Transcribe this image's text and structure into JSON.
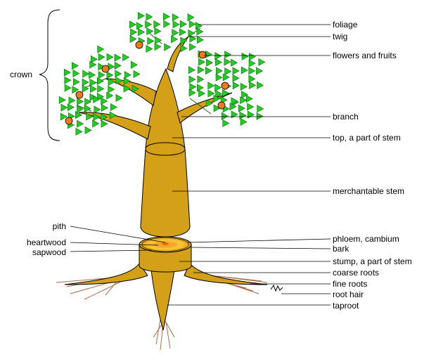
{
  "labels": {
    "crown": "crown",
    "foliage": "foliage",
    "twig": "twig",
    "flowers_fruits": "flowers and fruits",
    "branch": "branch",
    "top": "top, a part of stem",
    "merchantable": "merchantable stem",
    "pith": "pith",
    "heartwood": "heartwood",
    "sapwood": "sapwood",
    "phloem": "phloem, cambium",
    "bark": "bark",
    "stump": "stump, a part of stem",
    "coarse_roots": "coarse roots",
    "fine_roots": "fine roots",
    "root_hair": "root hair",
    "taproot": "taproot"
  },
  "colors": {
    "wood": "#d4a017",
    "wood_outline": "#000000",
    "leaf": "#22cc22",
    "leaf_edge": "#0a6a0a",
    "fruit": "#f07a1a",
    "ring_outer": "#f2b21c",
    "ring_inner": "#f5a623",
    "pith": "#e86a10",
    "root_line": "#b06a4a",
    "leader": "#000000"
  }
}
